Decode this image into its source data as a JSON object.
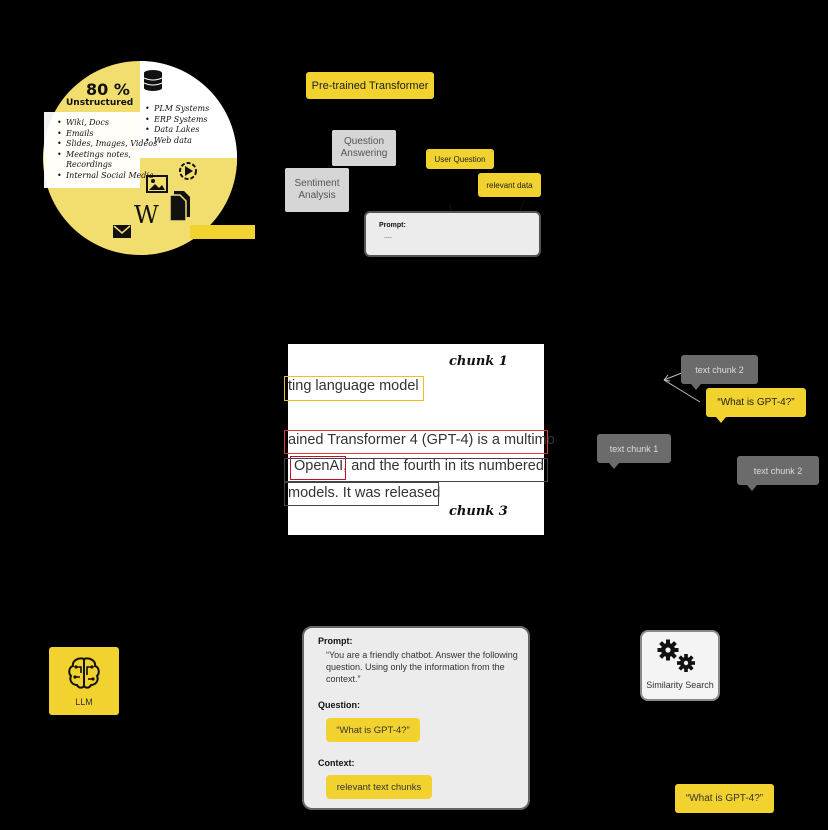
{
  "data_pie": {
    "unstructured_percent": "80 %",
    "unstructured_label": "Unstructured",
    "unstructured_sources": [
      "Wiki, Docs",
      "Emails",
      "Slides, Images, Videos",
      "Meetings notes, Recordings",
      "Internal Social Media"
    ],
    "structured_sources": [
      "PLM Systems",
      "ERP Systems",
      "Data Lakes",
      "Web data"
    ],
    "colors": {
      "unstructured": "#f2de6e",
      "structured": "#ffffff",
      "accent": "#f2d22e"
    },
    "icons": [
      "database-icon",
      "image-icon",
      "video-icon",
      "wikipedia-icon",
      "document-icon",
      "email-icon"
    ]
  },
  "pipeline": {
    "model": "Pre-trained Transformer",
    "tasks": [
      "Question Answering",
      "Sentiment Analysis"
    ],
    "inputs": [
      "User Question",
      "relevant data"
    ],
    "prompt_label": "Prompt:",
    "prompt_placeholder": "...."
  },
  "document": {
    "lines": [
      "ting language model",
      "ained Transformer 4 (GPT-4) is a multimo",
      "OpenAI, and the fourth in its numbered",
      "models. It was released"
    ],
    "chunk_labels": [
      "chunk 1",
      "chunk 3"
    ],
    "frame_colors": [
      "#e6c21a",
      "#e03a3a",
      "#c0112a",
      "#444444"
    ]
  },
  "embeddings": {
    "items": [
      "text chunk 2",
      "“What is GPT-4?”",
      "text chunk 1",
      "text chunk 2"
    ]
  },
  "llm": {
    "label": "LLM",
    "icon": "brain-circuit-icon"
  },
  "prompt_card": {
    "prompt_heading": "Prompt:",
    "prompt_text": "“You are a friendly chatbot. Answer the following question. Using only the information from the context.”",
    "question_heading": "Question:",
    "question_value": "“What is GPT-4?”",
    "context_heading": "Context:",
    "context_value": "relevant text chunks"
  },
  "similarity": {
    "label": "Similarity Search",
    "icon": "gears-icon",
    "query": "“What is GPT-4?”"
  }
}
